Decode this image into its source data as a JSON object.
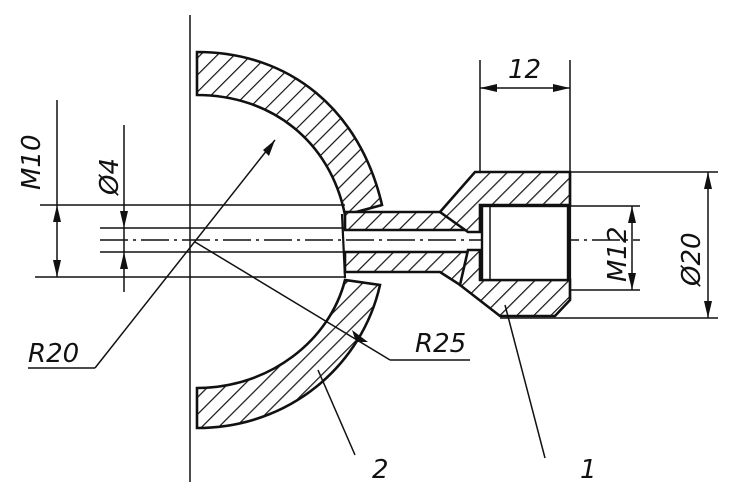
{
  "dimensions": {
    "width_12": "12",
    "m10": "M10",
    "phi4": "Ø4",
    "m12": "M12",
    "phi20": "Ø20",
    "r20": "R20",
    "r25": "R25"
  },
  "callouts": {
    "part_1": "1",
    "part_2": "2"
  },
  "colors": {
    "ink": "#111111",
    "paper": "#ffffff"
  }
}
